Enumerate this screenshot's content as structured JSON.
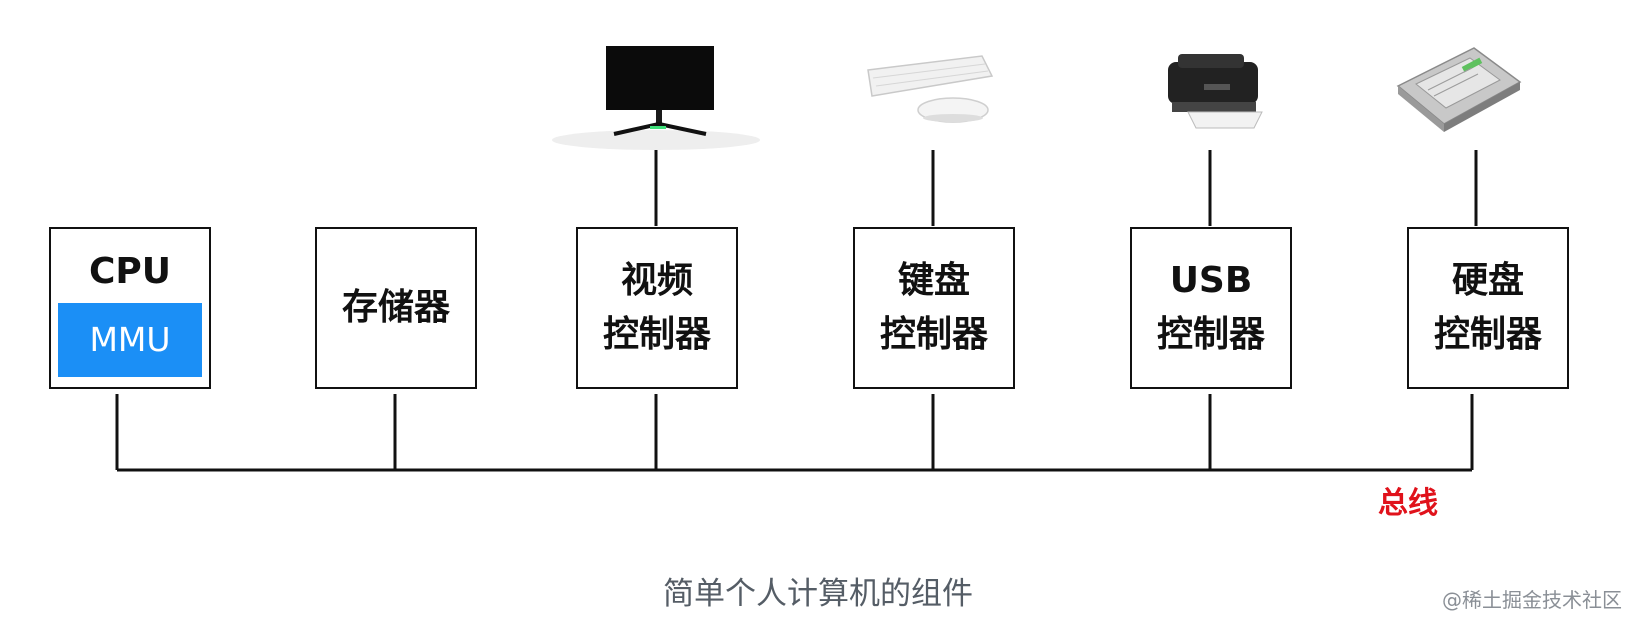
{
  "colors": {
    "line": "#111111",
    "mmu_fill": "#1b8ff6",
    "bus_label": "#e0121b",
    "caption": "#555d66"
  },
  "boxes": [
    {
      "id": "cpu",
      "line1": "CPU",
      "inner": "MMU"
    },
    {
      "id": "memory",
      "line1": "存储器"
    },
    {
      "id": "video",
      "line1": "视频",
      "line2": "控制器",
      "device": "monitor-icon"
    },
    {
      "id": "keyboard",
      "line1": "键盘",
      "line2": "控制器",
      "device": "keyboard-mouse-icon"
    },
    {
      "id": "usb",
      "line1": "USB",
      "line2": "控制器",
      "device": "printer-icon"
    },
    {
      "id": "disk",
      "line1": "硬盘",
      "line2": "控制器",
      "device": "hard-disk-icon"
    }
  ],
  "bus_label": "总线",
  "caption": "简单个人计算机的组件",
  "watermark": "@稀土掘金技术社区"
}
